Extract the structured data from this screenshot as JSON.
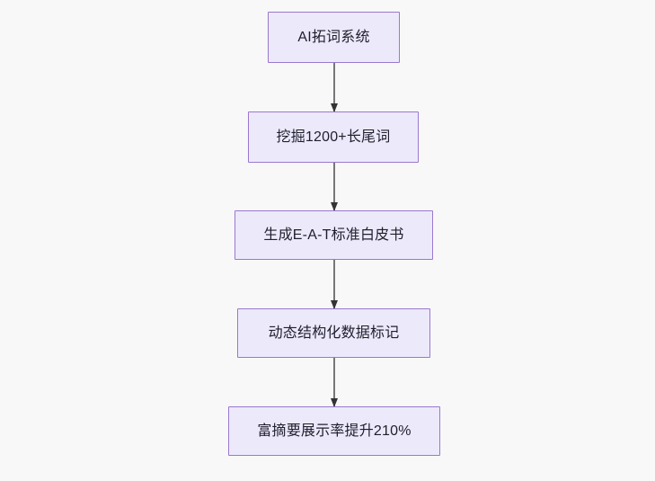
{
  "diagram": {
    "type": "flowchart",
    "direction": "top-down",
    "background_color": "#f8f8f9",
    "node_fill": "#ece9fb",
    "node_border": "#9a78ce",
    "node_text_color": "#1f1f2e",
    "edge_color": "#777777",
    "arrowhead_color": "#333333",
    "nodes": [
      {
        "id": "n1",
        "label": "AI拓词系统"
      },
      {
        "id": "n2",
        "label": "挖掘1200+长尾词"
      },
      {
        "id": "n3",
        "label": "生成E-A-T标准白皮书"
      },
      {
        "id": "n4",
        "label": "动态结构化数据标记"
      },
      {
        "id": "n5",
        "label": "富摘要展示率提升210%"
      }
    ],
    "edges": [
      {
        "from": "n1",
        "to": "n2",
        "label": ""
      },
      {
        "from": "n2",
        "to": "n3",
        "label": ""
      },
      {
        "from": "n3",
        "to": "n4",
        "label": ""
      },
      {
        "from": "n4",
        "to": "n5",
        "label": ""
      }
    ]
  }
}
